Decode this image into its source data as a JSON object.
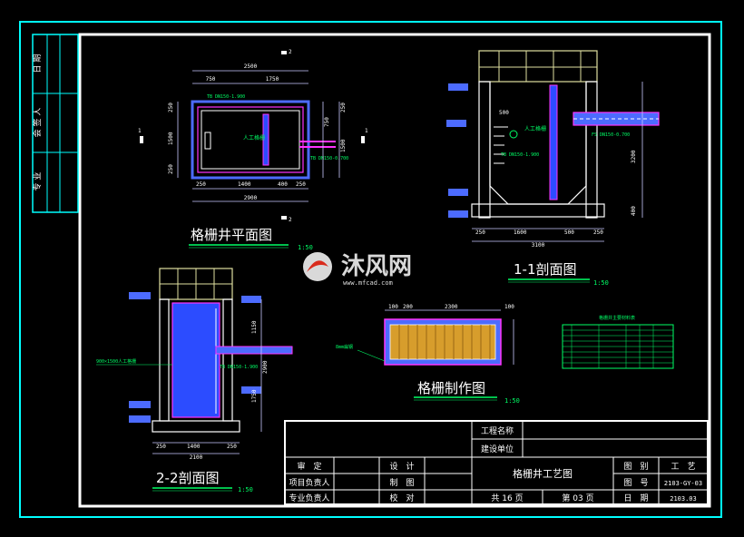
{
  "colors": {
    "frame": "#00ffff",
    "inner_frame": "#ffffff",
    "line": "#4c6bff",
    "dim": "#c8c8ff",
    "magenta": "#ff33ff",
    "green": "#00ff66",
    "grate_fill": "#d79d2c",
    "water_fill": "#2c4cff"
  },
  "side_bar": {
    "rows": [
      "日 期",
      "会 签 人",
      "专 业"
    ]
  },
  "plan_view": {
    "title": "格栅井平面图",
    "scale": "1:50",
    "dims_top": [
      "2500",
      "750",
      "1750"
    ],
    "dims_bottom": [
      "250",
      "1400",
      "400",
      "250",
      "2900"
    ],
    "dims_left": [
      "250",
      "1500",
      "250"
    ],
    "dims_right": [
      "750",
      "250",
      "1500"
    ],
    "label_grate": "人工格栅",
    "label_pipe_in": "TB DN150-1.900",
    "label_pipe_out": "TB DN150-0.700",
    "section_marks": [
      "1",
      "1",
      "2",
      "2"
    ]
  },
  "section_1_1": {
    "title": "1-1剖面图",
    "scale": "1:50",
    "label_grate": "人工格栅",
    "label_pipe": "TB DN150-1.900",
    "label_pipe_out": "FS DN150-0.700",
    "dims_bottom": [
      "250",
      "1600",
      "500",
      "250"
    ],
    "total_bottom": "3100",
    "dims_right": [
      "3200",
      "400"
    ],
    "level": "500"
  },
  "section_2_2": {
    "title": "2-2剖面图",
    "scale": "1:50",
    "label_grate": "900×1500人工格栅",
    "label_pipe": "TB DN150-1.900",
    "dims_bottom": [
      "250",
      "1400",
      "250"
    ],
    "total_bottom": "2100",
    "dims_right": [
      "1150",
      "2900",
      "1750"
    ]
  },
  "fabrication": {
    "title": "格栅制作图",
    "scale": "1:50",
    "dims_top": [
      "100",
      "200",
      "2300",
      "100"
    ],
    "label_bar": "8mm扁钢"
  },
  "material_table": {
    "title": "格栅井主要材料表",
    "rows": 8
  },
  "watermark": {
    "brand": "沐风网",
    "url": "www.mfcad.com"
  },
  "title_block": {
    "project_name_label": "工程名称",
    "client_label": "建设单位",
    "drawing_title": "格栅井工艺图",
    "reviewer_label": "审　定",
    "design_label": "设　计",
    "project_lead_label": "项目负责人",
    "drafting_label": "制　图",
    "discipline_lead_label": "专业负责人",
    "check_label": "校　对",
    "category_label": "图　别",
    "category_value": "工　艺",
    "number_label": "图　号",
    "number_value": "2103-GY-03",
    "date_label": "日　期",
    "date_value": "2103.03",
    "total_pages": "共 16 页",
    "page_no": "第 03 页"
  }
}
